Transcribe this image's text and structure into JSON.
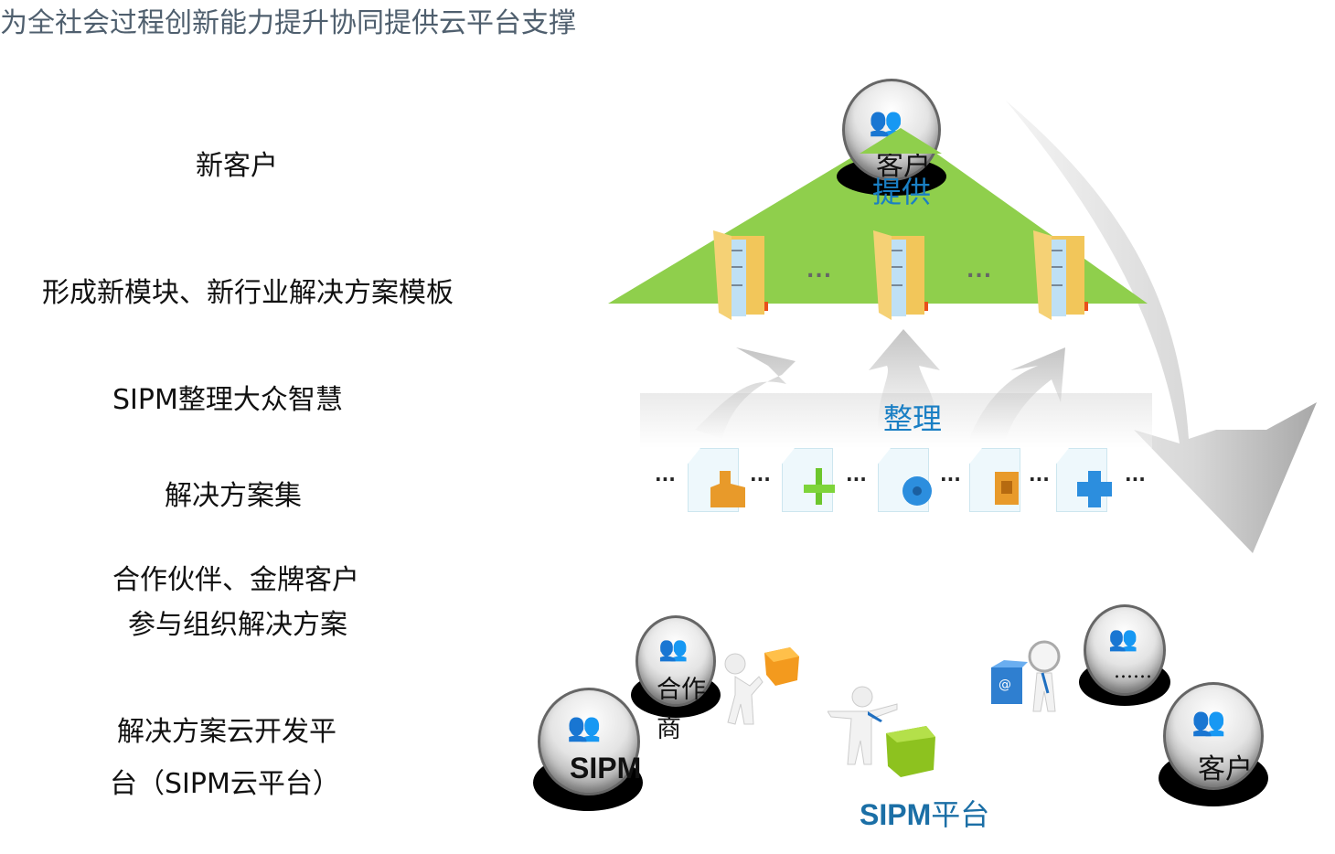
{
  "title": "为全社会过程创新能力提升协同提供云平台支撑",
  "left_labels": {
    "l1": "新客户",
    "l2": "形成新模块、新行业解决方案模板",
    "l3": "SIPM整理大众智慧",
    "l4": "解决方案集",
    "l5a": "合作伙伴、金牌客户",
    "l5b": "参与组织解决方案",
    "l6a": "解决方案云开发平",
    "l6b": "台（SIPM云平台）"
  },
  "diagram": {
    "top_node": "客户",
    "provide": "提供",
    "organize": "整理",
    "ellipsis": "...",
    "partner_node_a": "合作",
    "partner_node_b": "商",
    "sipm_node": "SIPM",
    "more_node": "......",
    "customer_node": "客户",
    "platform_a": "SIPM",
    "platform_b": "平台"
  },
  "colors": {
    "triangle": "#8fcf4c",
    "accent_blue": "#1a7fc4",
    "platform_blue": "#1b6fa6"
  }
}
